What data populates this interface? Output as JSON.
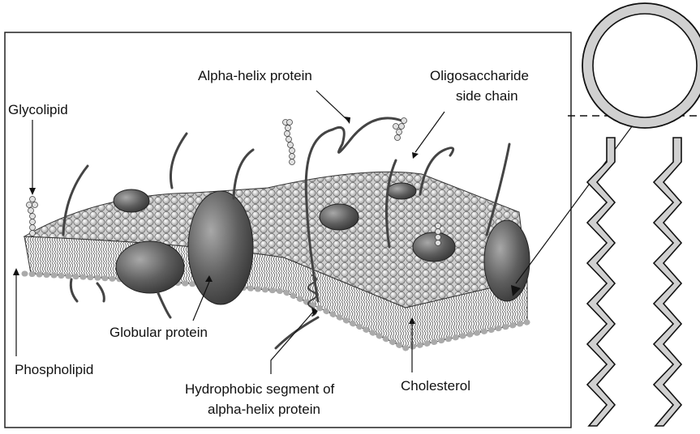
{
  "labels": {
    "glycolipid": "Glycolipid",
    "alpha_helix_protein": "Alpha-helix protein",
    "oligosaccharide_line1": "Oligosaccharide",
    "oligosaccharide_line2": "side chain",
    "globular_protein": "Globular protein",
    "phospholipid": "Phospholipid",
    "hydrophobic_line1": "Hydrophobic segment of",
    "hydrophobic_line2": "alpha-helix protein",
    "cholesterol": "Cholesterol"
  },
  "colors": {
    "ink": "#111111",
    "protein_dark": "#555555",
    "bead": "#e8e8e8",
    "tail_fill": "#d0d0d0"
  }
}
